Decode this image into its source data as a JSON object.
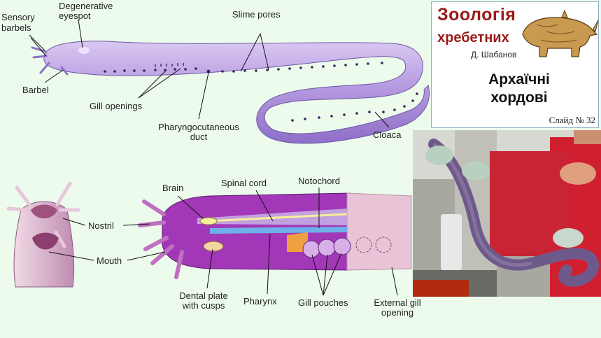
{
  "title": {
    "line1": "Зоологія",
    "line2": "хребетних",
    "author": "Д. Шабанов",
    "heading_line1": "Архаїчні",
    "heading_line2": "хордові",
    "slide_number": "Слайд № 32"
  },
  "top_diagram_labels": {
    "sensory_barbels_1": "Sensory",
    "sensory_barbels_2": "barbels",
    "degenerative_eyespot_1": "Degenerative",
    "degenerative_eyespot_2": "eyespot",
    "slime_pores": "Slime pores",
    "barbel": "Barbel",
    "gill_openings": "Gill openings",
    "pharyngocutaneous_duct_1": "Pharyngocutaneous",
    "pharyngocutaneous_duct_2": "duct",
    "cloaca": "Cloaca"
  },
  "bottom_diagram_labels": {
    "brain": "Brain",
    "spinal_cord": "Spinal cord",
    "notochord": "Notochord",
    "nostril": "Nostril",
    "mouth": "Mouth",
    "dental_plate_1": "Dental plate",
    "dental_plate_2": "with cusps",
    "pharynx": "Pharynx",
    "gill_pouches": "Gill pouches",
    "external_gill_opening_1": "External gill",
    "external_gill_opening_2": "opening"
  },
  "colors": {
    "background": "#ecfbec",
    "title_red": "#9a1a1a",
    "hagfish_body": "#b69ae0",
    "dissection_purple": "#a238b8"
  },
  "icons": {
    "rhino": "rhinoceros-engraving-illustration",
    "photo": "people-holding-hagfish-photo"
  }
}
